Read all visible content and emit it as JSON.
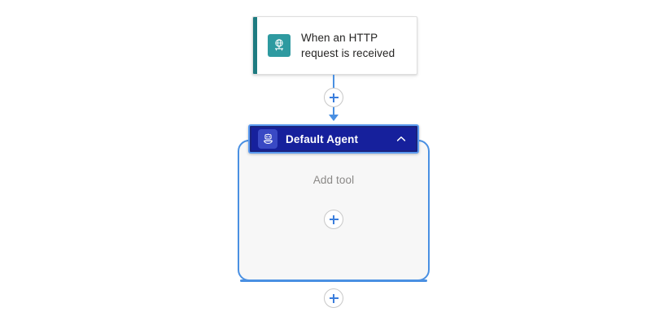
{
  "canvas": {
    "background_color": "#ffffff"
  },
  "trigger": {
    "label": "When an HTTP\nrequest is received",
    "label_line1": "When an HTTP",
    "label_line2": "request is received",
    "icon": "http-request-globe-icon",
    "icon_background": "#2e9aa0",
    "accent_color": "#1e7b80",
    "card_background": "#ffffff"
  },
  "connectors": {
    "trigger_to_agent": {
      "add_step_label": "+",
      "icon": "plus-icon",
      "line_color": "#4a90e2"
    },
    "below_agent": {
      "add_step_label": "+",
      "icon": "plus-icon",
      "line_color": "#4a90e2"
    }
  },
  "agent": {
    "title": "Default Agent",
    "icon": "robot-bot-icon",
    "header_background": "#16209c",
    "header_selected_ring": "#5b9bf0",
    "container_border": "#4a90e2",
    "container_background": "#f7f7f7",
    "collapse_icon": "chevron-up-icon",
    "body": {
      "add_tool_label": "Add tool",
      "add_tool_icon": "plus-icon"
    }
  }
}
